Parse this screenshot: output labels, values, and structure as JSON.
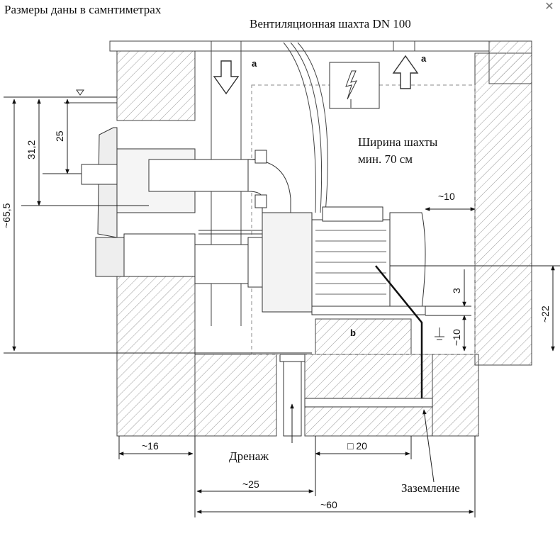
{
  "header": {
    "note": "Размеры даны в самнтиметрах",
    "shaft_title": "Вентиляционная шахта DN 100",
    "close_icon": "close-icon"
  },
  "labels": {
    "shaft_width_line1": "Ширина шахты",
    "shaft_width_line2": "мин. 70 см",
    "drain": "Дренаж",
    "ground": "Заземление",
    "letter_a_left": "a",
    "letter_a_right": "a",
    "letter_b": "b"
  },
  "dimensions": {
    "d_31_2": "31,2",
    "d_25_v": "25",
    "d_65_5": "~65,5",
    "d_10_top": "~10",
    "d_3": "3",
    "d_10_right": "~10",
    "d_22": "~22",
    "d_16": "~16",
    "d_20": "□ 20",
    "d_25_h": "~25",
    "d_60": "~60"
  },
  "icons": [
    "arrow-down-icon",
    "arrow-up-icon",
    "electrical-hazard-icon",
    "water-level-icon",
    "ground-symbol-icon"
  ]
}
